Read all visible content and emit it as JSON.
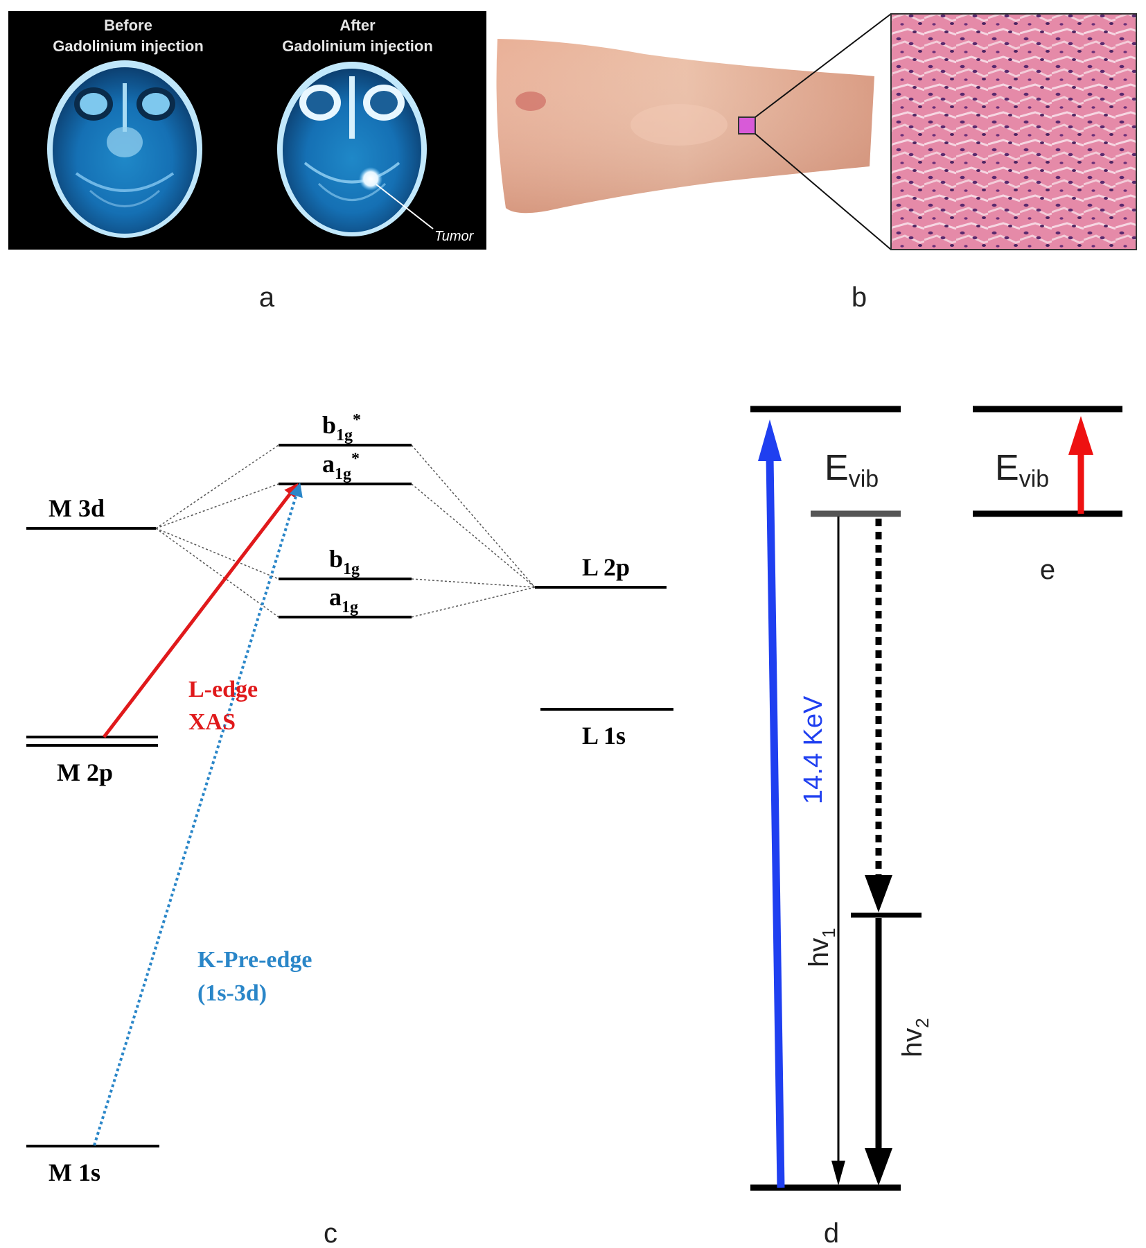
{
  "panels": {
    "a": {
      "label": "a",
      "before_line1": "Before",
      "before_line2": "Gadolinium injection",
      "after_line1": "After",
      "after_line2": "Gadolinium injection",
      "tumor_label": "Tumor"
    },
    "b": {
      "label": "b"
    },
    "c": {
      "label": "c",
      "levels": {
        "m3d": "M 3d",
        "m2p": "M 2p",
        "m1s": "M 1s",
        "b1g_star": {
          "base": "b",
          "sub": "1g",
          "sup": "*"
        },
        "a1g_star": {
          "base": "a",
          "sub": "1g",
          "sup": "*"
        },
        "b1g": {
          "base": "b",
          "sub": "1g"
        },
        "a1g": {
          "base": "a",
          "sub": "1g"
        },
        "l2p": "L 2p",
        "l1s": "L 1s"
      },
      "l_edge_line1": "L-edge",
      "l_edge_line2": "XAS",
      "k_pre_line1": "K-Pre-edge",
      "k_pre_line2": "(1s-3d)"
    },
    "d": {
      "label": "d",
      "energy": "14.4 KeV",
      "evib": {
        "base": "E",
        "sub": "vib"
      },
      "hv1": {
        "base": "hv",
        "sub": "1"
      },
      "hv2": {
        "base": "hv",
        "sub": "2"
      }
    },
    "e": {
      "label": "e",
      "evib": {
        "base": "E",
        "sub": "vib"
      }
    }
  },
  "colors": {
    "l_edge": "#e0191b",
    "k_pre_edge": "#2a86c8",
    "gamma": "#1f3ff0",
    "vib_excitation": "#ee1111",
    "mri_background": "#000000",
    "histology_pink": "#e58aa8",
    "skin": "#e0a48c",
    "inset_marker": "#d85ad8"
  }
}
